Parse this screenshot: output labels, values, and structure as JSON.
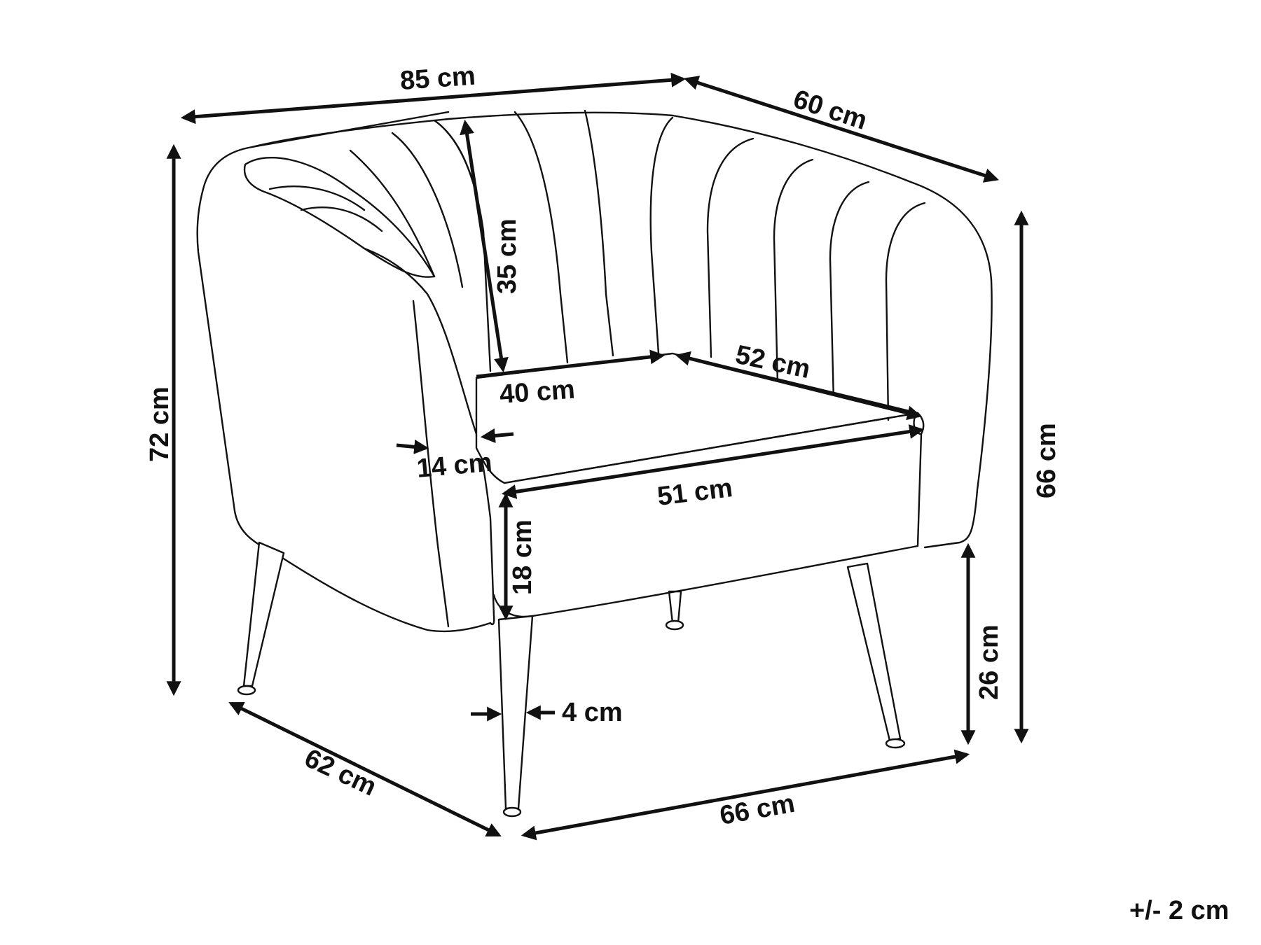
{
  "dimensions": {
    "overall_width": "85 cm",
    "overall_depth": "60 cm",
    "overall_height": "72 cm",
    "back_height": "35 cm",
    "seat_width_back": "40 cm",
    "seat_depth": "52 cm",
    "armrest_width": "14 cm",
    "seat_width_front": "51 cm",
    "seat_thickness": "18 cm",
    "arm_height": "66 cm",
    "seat_height_legs": "26 cm",
    "leg_width": "4 cm",
    "leg_span_depth": "62 cm",
    "leg_span_width": "66 cm"
  },
  "tolerance": "+/- 2 cm",
  "colors": {
    "line": "#111111",
    "background": "#ffffff"
  }
}
